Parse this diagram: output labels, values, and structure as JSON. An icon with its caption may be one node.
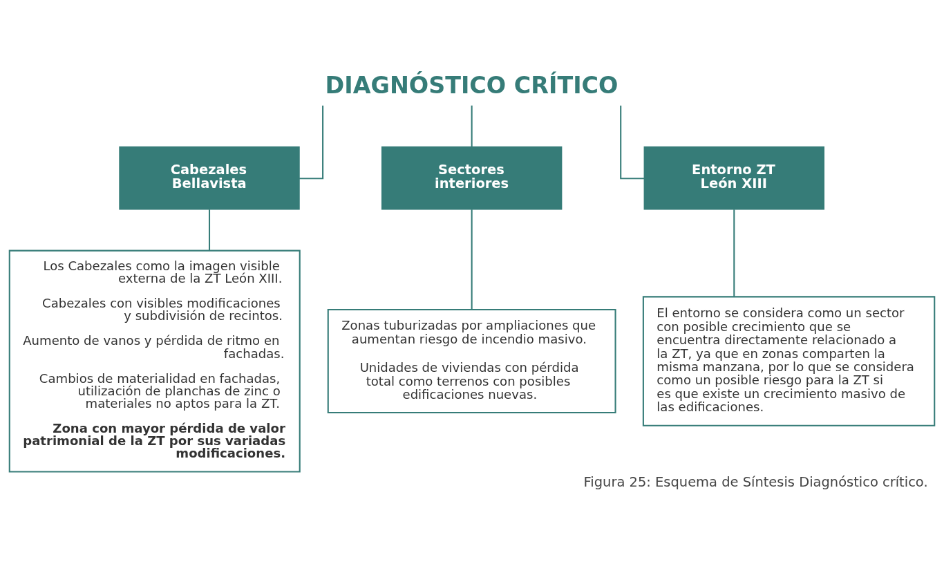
{
  "diagram": {
    "caption": "Figura 25: Esquema de Síntesis Diagnóstico crítico.",
    "nodes": [
      {
        "text": [
          "DIAGNÓSTICO CRÍTICO"
        ]
      },
      {
        "text": [
          "Cabezales Bellavista"
        ]
      },
      {
        "text": [
          "Sectores interiores"
        ]
      },
      {
        "text": [
          "Entorno ZT León XIII"
        ]
      },
      {
        "text": [
          "Los Cabezales como la imagen visible externa de la ZT León XIII.",
          "Cabezales con visibles modificaciones y subdivisión de recintos.",
          "Aumento de vanos y pérdida de ritmo en fachadas.",
          "Cambios de materialidad en fachadas, utilización de planchas de zinc o materiales no aptos para la ZT.",
          "**Zona con mayor pérdida de valor patrimonial de la ZT por sus variadas modificaciones.**"
        ]
      },
      {
        "text": [
          "Zonas tuburizadas por ampliaciones que aumentan riesgo de incendio masivo.",
          "Unidades de viviendas con pérdida total como terrenos con posibles edificaciones nuevas."
        ]
      },
      {
        "text": [
          "El entorno se considera como un sector con posible crecimiento que se encuentra directamente relacionado a la ZT, ya que en zonas comparten la misma manzana, por lo que se considera  como un posible riesgo para la ZT si es que existe un crecimiento masivo de las edificaciones."
        ]
      }
    ],
    "edges": [
      {
        "from": 0,
        "to": 1,
        "arrow": "none"
      },
      {
        "from": 0,
        "to": 2,
        "arrow": "none"
      },
      {
        "from": 0,
        "to": 3,
        "arrow": "none"
      },
      {
        "from": 1,
        "to": 4,
        "arrow": "none"
      },
      {
        "from": 2,
        "to": 5,
        "arrow": "none"
      },
      {
        "from": 3,
        "to": 6,
        "arrow": "none"
      }
    ]
  }
}
